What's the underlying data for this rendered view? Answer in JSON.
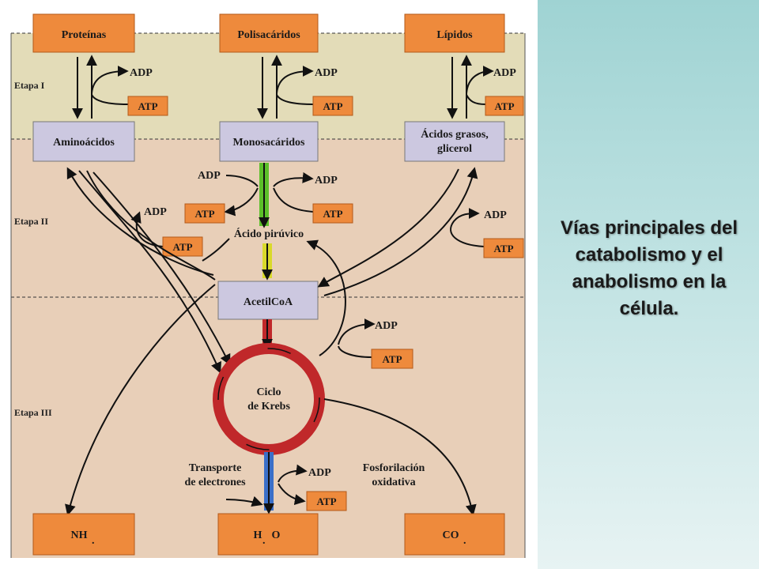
{
  "caption": "Vías principales del catabolismo y el anabolismo en la célula.",
  "stages": [
    "Etapa I",
    "Etapa II",
    "Etapa III"
  ],
  "boxes": {
    "proteinas": "Proteínas",
    "polisacaridos": "Polisacáridos",
    "lipidos": "Lípidos",
    "aminoacidos": "Aminoácidos",
    "monosacaridos": "Monosacáridos",
    "acidos_grasos_1": "Ácidos grasos,",
    "acidos_grasos_2": "glicerol",
    "acetilcoa": "AcetilCoA",
    "nh3": "NH",
    "h2o_h": "H",
    "h2o_o": "O",
    "co2": "CO"
  },
  "labels": {
    "acido_piruvico": "Ácido pirúvico",
    "ciclo_1": "Ciclo",
    "ciclo_2": "de Krebs",
    "transporte_1": "Transporte",
    "transporte_2": "de electrones",
    "fosforilacion_1": "Fosforilación",
    "fosforilacion_2": "oxidativa",
    "adp": "ADP",
    "atp": "ATP",
    "subscript_dot": "."
  },
  "colors": {
    "stage1_band": "#e3dcb8",
    "stage_band": "#e8cfb8",
    "orange_box": "#ee8a3c",
    "purple_box": "#ccc8e0",
    "krebs_ring": "#c0282a",
    "green_arrow": "#5cbf2a",
    "yellow_arrow": "#d9d92a",
    "blue_arrow": "#3a6fc8"
  }
}
